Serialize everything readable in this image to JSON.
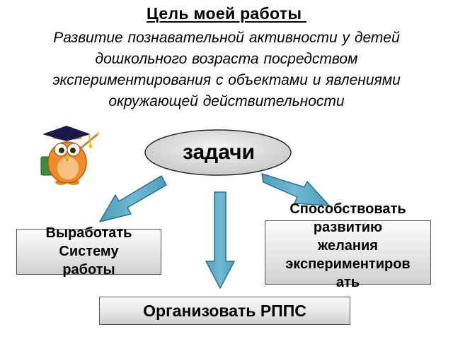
{
  "title": "Цель моей работы ",
  "goal_lines": [
    "Развитие познавательной активности у детей",
    "дошкольного возраста посредством",
    "экспериментирования с объектами и явлениями",
    "окружающей действительности"
  ],
  "center": {
    "label": "задачи"
  },
  "tasks": {
    "left": {
      "lines": [
        "Выработать",
        "Систему",
        "работы"
      ]
    },
    "bottom": {
      "label": "Организовать РППС"
    },
    "right": {
      "lines": [
        "Способствовать",
        "развитию",
        "желания",
        "экспериментиров",
        "ать"
      ]
    }
  },
  "colors": {
    "arrow_fill": "#5ba8c4",
    "arrow_stroke": "#2f6f8a",
    "oval_fill": "#e2e2e2"
  },
  "icons": {
    "owl": "professor-owl-icon"
  }
}
